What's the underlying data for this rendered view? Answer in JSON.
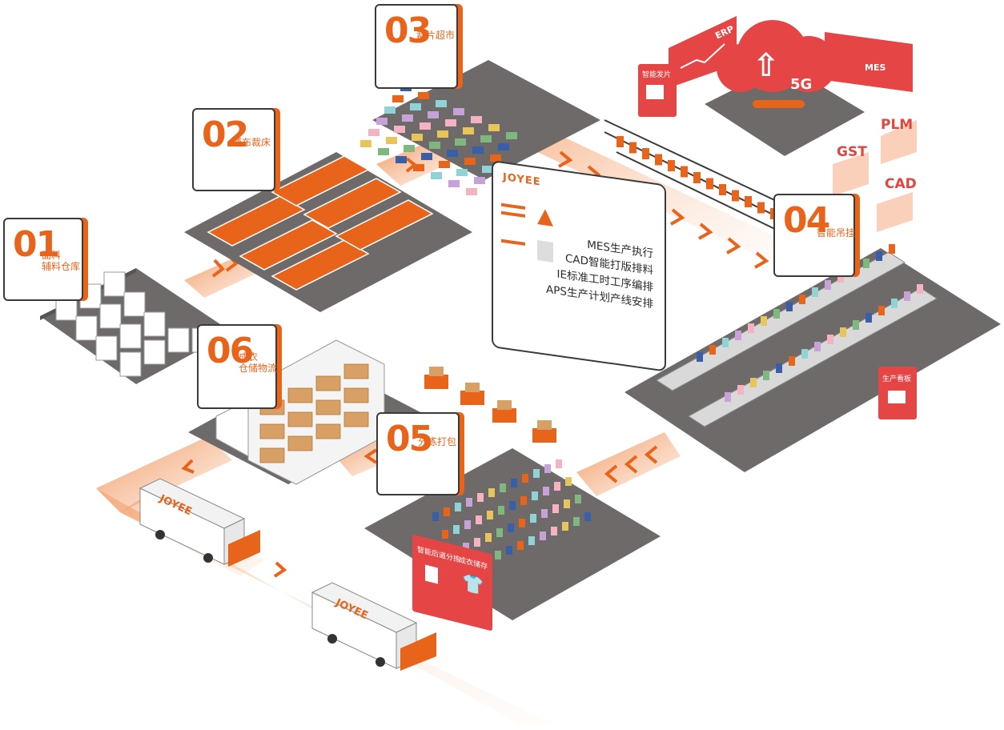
{
  "stations": [
    {
      "num": "01",
      "label": "面料\n辅料仓库"
    },
    {
      "num": "02",
      "label": "铺布裁床"
    },
    {
      "num": "03",
      "label": "裁片超市"
    },
    {
      "num": "04",
      "label": "智能吊挂"
    },
    {
      "num": "05",
      "label": "分拣打包"
    },
    {
      "num": "06",
      "label": "成衣\n仓储物流"
    }
  ],
  "info_panel": {
    "brand": "JOYEE",
    "lines": [
      "MES生产执行",
      "CAD智能打版排料",
      "IE标准工时工序编排",
      "APS生产计划产线安排"
    ]
  },
  "systems": {
    "erp": "ERP",
    "net": "5G",
    "mes": "MES",
    "plm": "PLM",
    "gst": "GST",
    "cad": "CAD"
  },
  "cards": {
    "smart_dispatch": "智能发片",
    "production_board": "生产看板",
    "sorting_left": "智能后道分拣",
    "sorting_right": "成衣储存"
  },
  "trucks": [
    {
      "brand": "JOYEE"
    },
    {
      "brand": "JOYEE"
    }
  ],
  "colors": {
    "accent": "#e8641b",
    "red": "#e64545",
    "platform": "#6e6a69",
    "outline": "#3a3a3a"
  }
}
